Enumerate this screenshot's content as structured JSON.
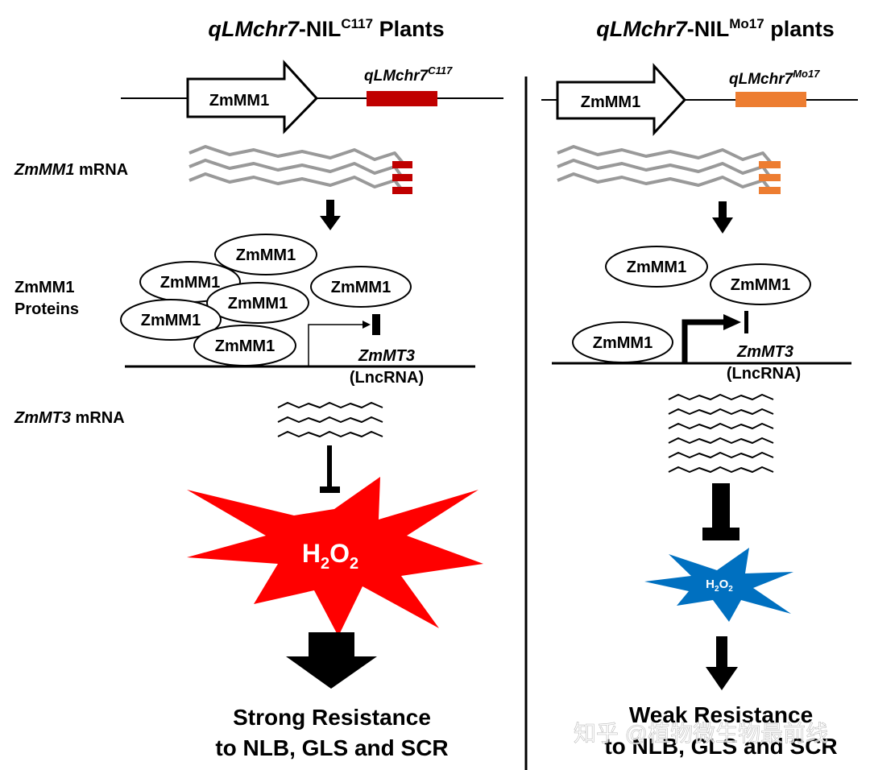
{
  "left": {
    "title_italic": "qLMchr7",
    "title_mid": "-NIL",
    "title_sup": "C117",
    "title_end": " Plants",
    "gene_box_label": "ZmMM1",
    "locus_italic": "qLMchr7",
    "locus_sup": "C117",
    "locus_color": "#c00000",
    "mrna_label_italic": "ZmMM1",
    "mrna_label_rest": " mRNA",
    "proteins_label_line1": "ZmMM1",
    "proteins_label_line2": "Proteins",
    "ovals": [
      "ZmMM1",
      "ZmMM1",
      "ZmMM1",
      "ZmMM1",
      "ZmMM1",
      "ZmMM1"
    ],
    "target_gene_italic": "ZmMT3",
    "target_gene_sub": "(LncRNA)",
    "target_mrna_italic": "ZmMT3",
    "target_mrna_rest": " mRNA",
    "h2o2_main": "H",
    "h2o2_sub1": "2",
    "h2o2_mid": "O",
    "h2o2_sub2": "2",
    "burst_color": "#ff0000",
    "outcome_line1": "Strong Resistance",
    "outcome_line2": "to NLB, GLS and SCR"
  },
  "right": {
    "title_italic": "qLMchr7",
    "title_mid": "-NIL",
    "title_sup": "Mo17",
    "title_end": " plants",
    "gene_box_label": "ZmMM1",
    "locus_italic": "qLMchr7",
    "locus_sup": "Mo17",
    "locus_color": "#ed7d31",
    "ovals": [
      "ZmMM1",
      "ZmMM1",
      "ZmMM1"
    ],
    "target_gene_italic": "ZmMT3",
    "target_gene_sub": "(LncRNA)",
    "h2o2_main": "H",
    "h2o2_sub1": "2",
    "h2o2_mid": "O",
    "h2o2_sub2": "2",
    "burst_color": "#0070c0",
    "outcome_line1": "Weak Resistance",
    "outcome_line2": "to NLB, GLS and SCR"
  },
  "watermark": "知乎 @植物微生物最前线"
}
